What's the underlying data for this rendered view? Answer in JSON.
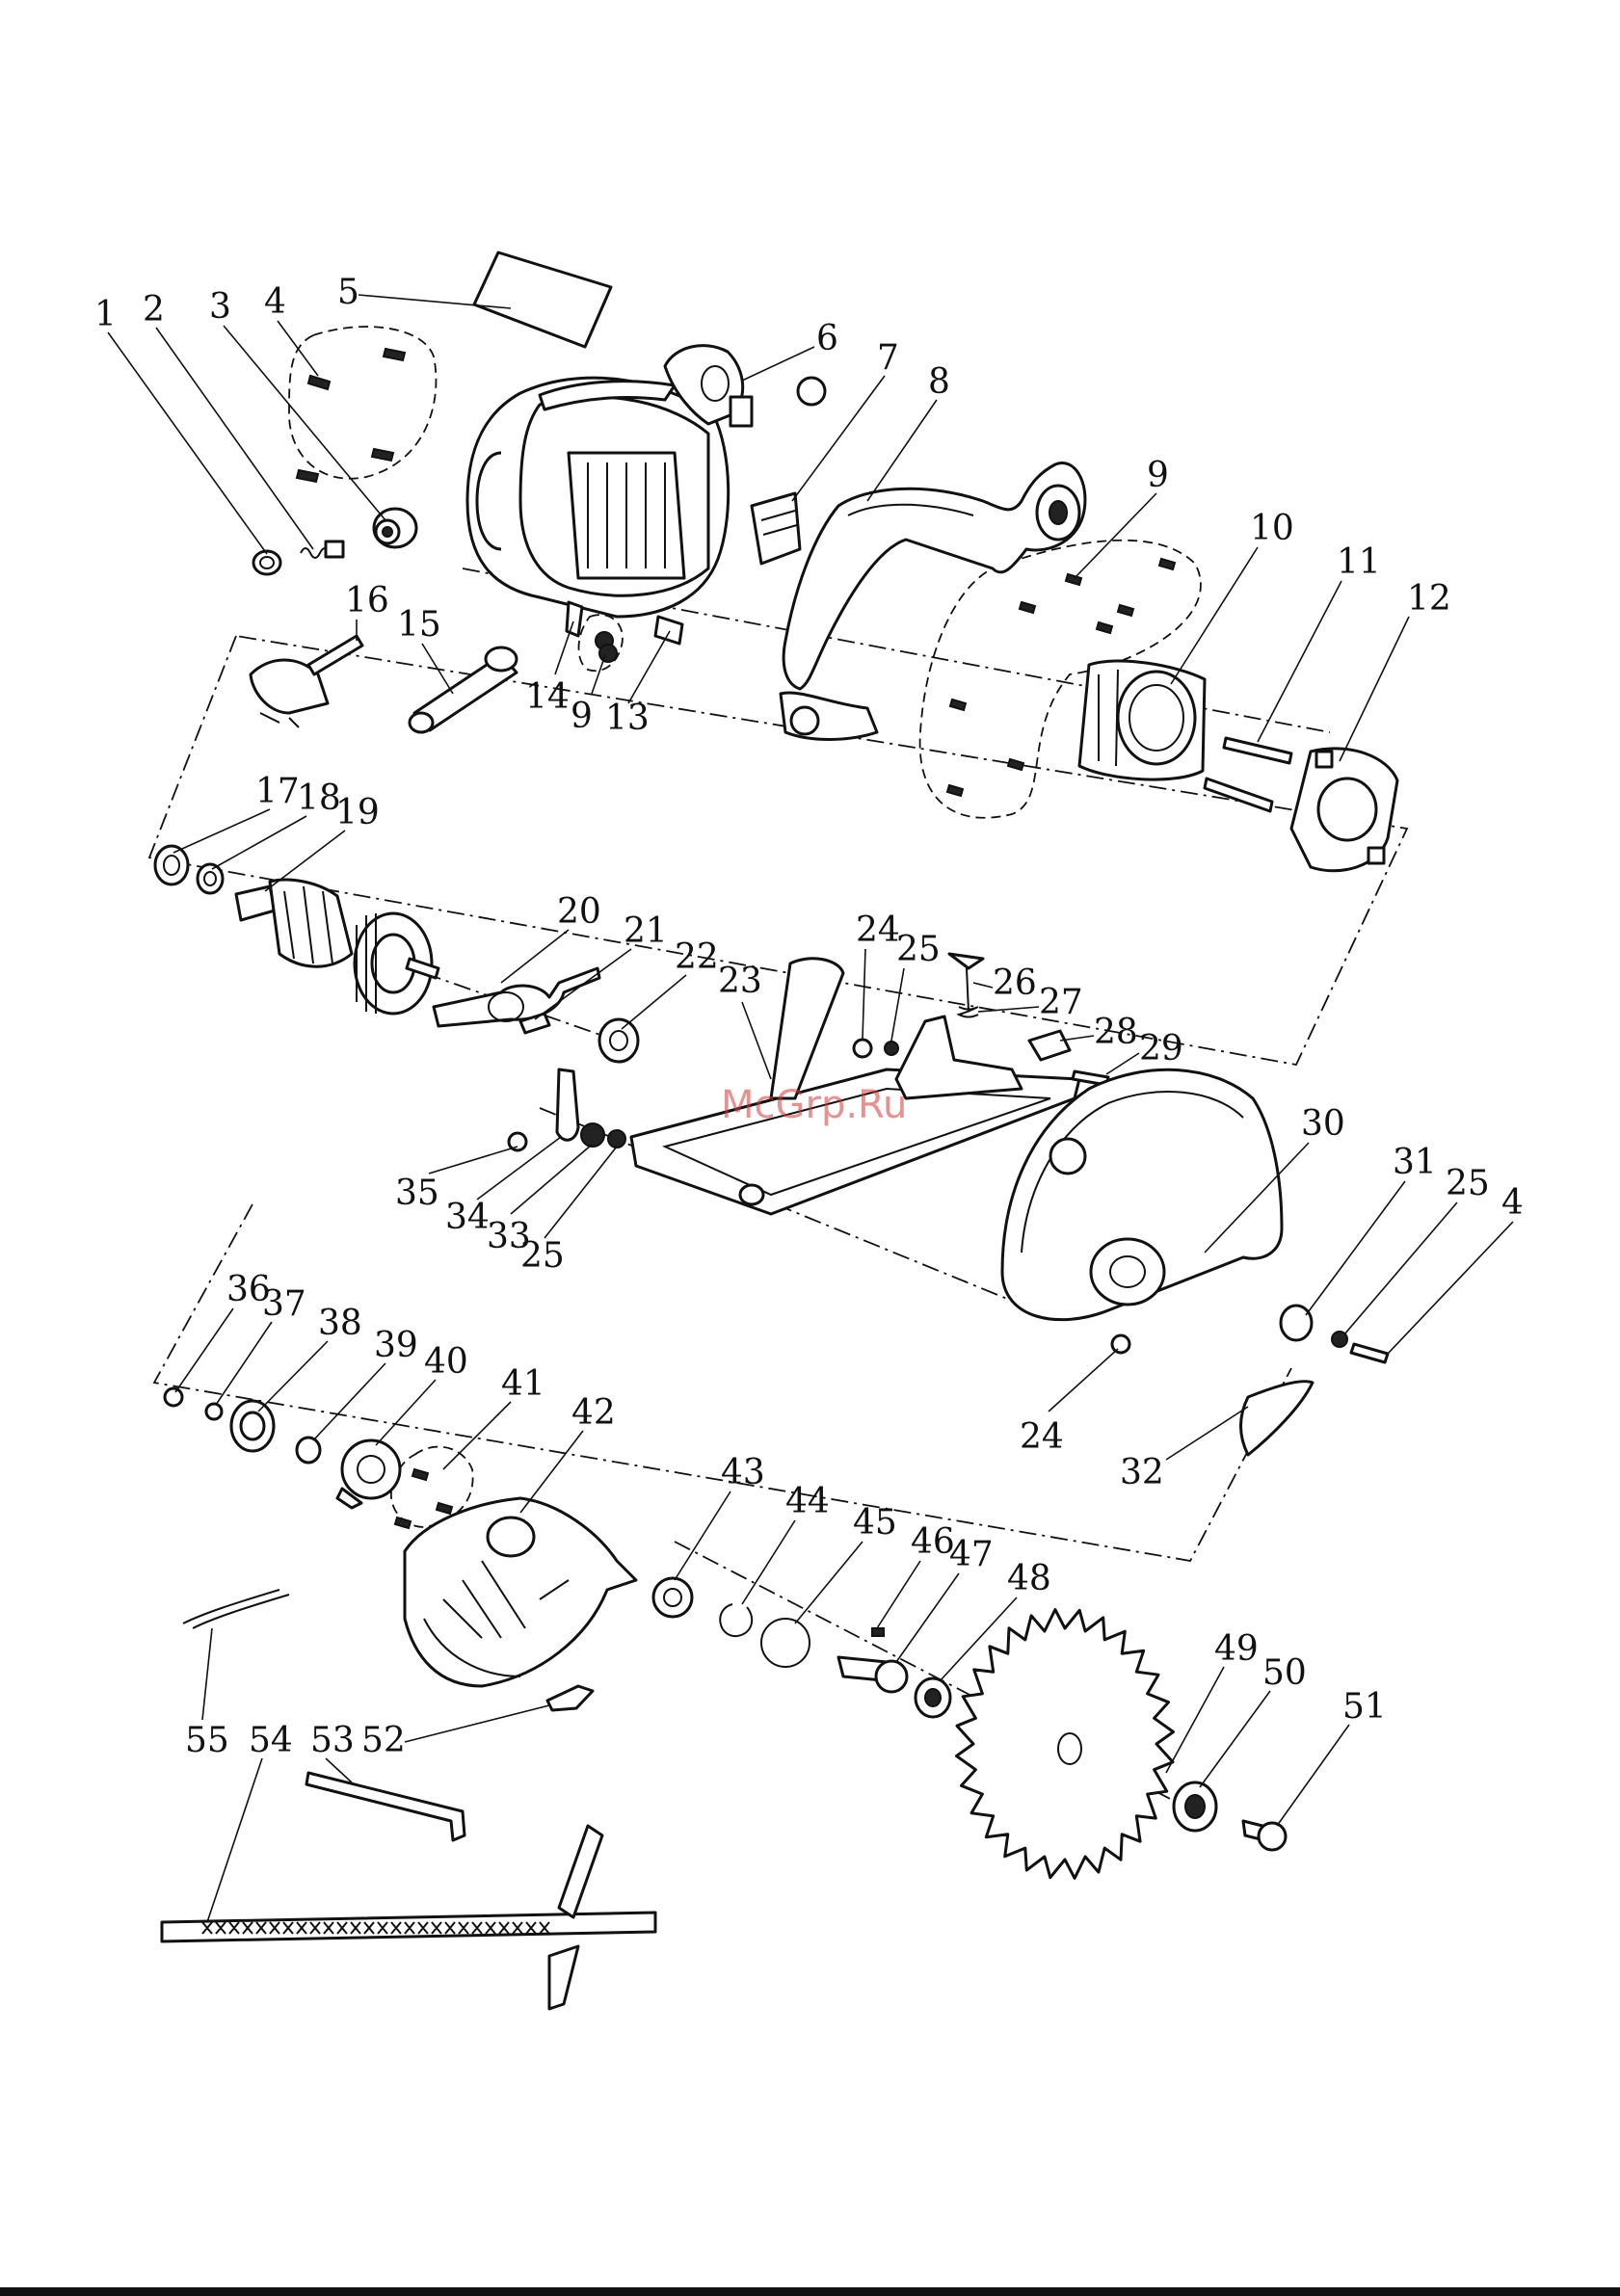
{
  "diagram": {
    "watermark": "McGrp.Ru",
    "accent_color": "#111111",
    "watermark_color": "#d23a3a",
    "labels": [
      "1",
      "2",
      "3",
      "4",
      "5",
      "6",
      "7",
      "8",
      "9",
      "10",
      "11",
      "12",
      "13",
      "14",
      "9",
      "15",
      "16",
      "17",
      "18",
      "19",
      "20",
      "21",
      "22",
      "23",
      "24",
      "25",
      "26",
      "27",
      "28",
      "29",
      "30",
      "31",
      "25",
      "4",
      "35",
      "34",
      "33",
      "25",
      "24",
      "32",
      "36",
      "37",
      "38",
      "39",
      "40",
      "41",
      "42",
      "43",
      "44",
      "45",
      "46",
      "47",
      "48",
      "49",
      "50",
      "51",
      "55",
      "54",
      "53",
      "52"
    ]
  }
}
